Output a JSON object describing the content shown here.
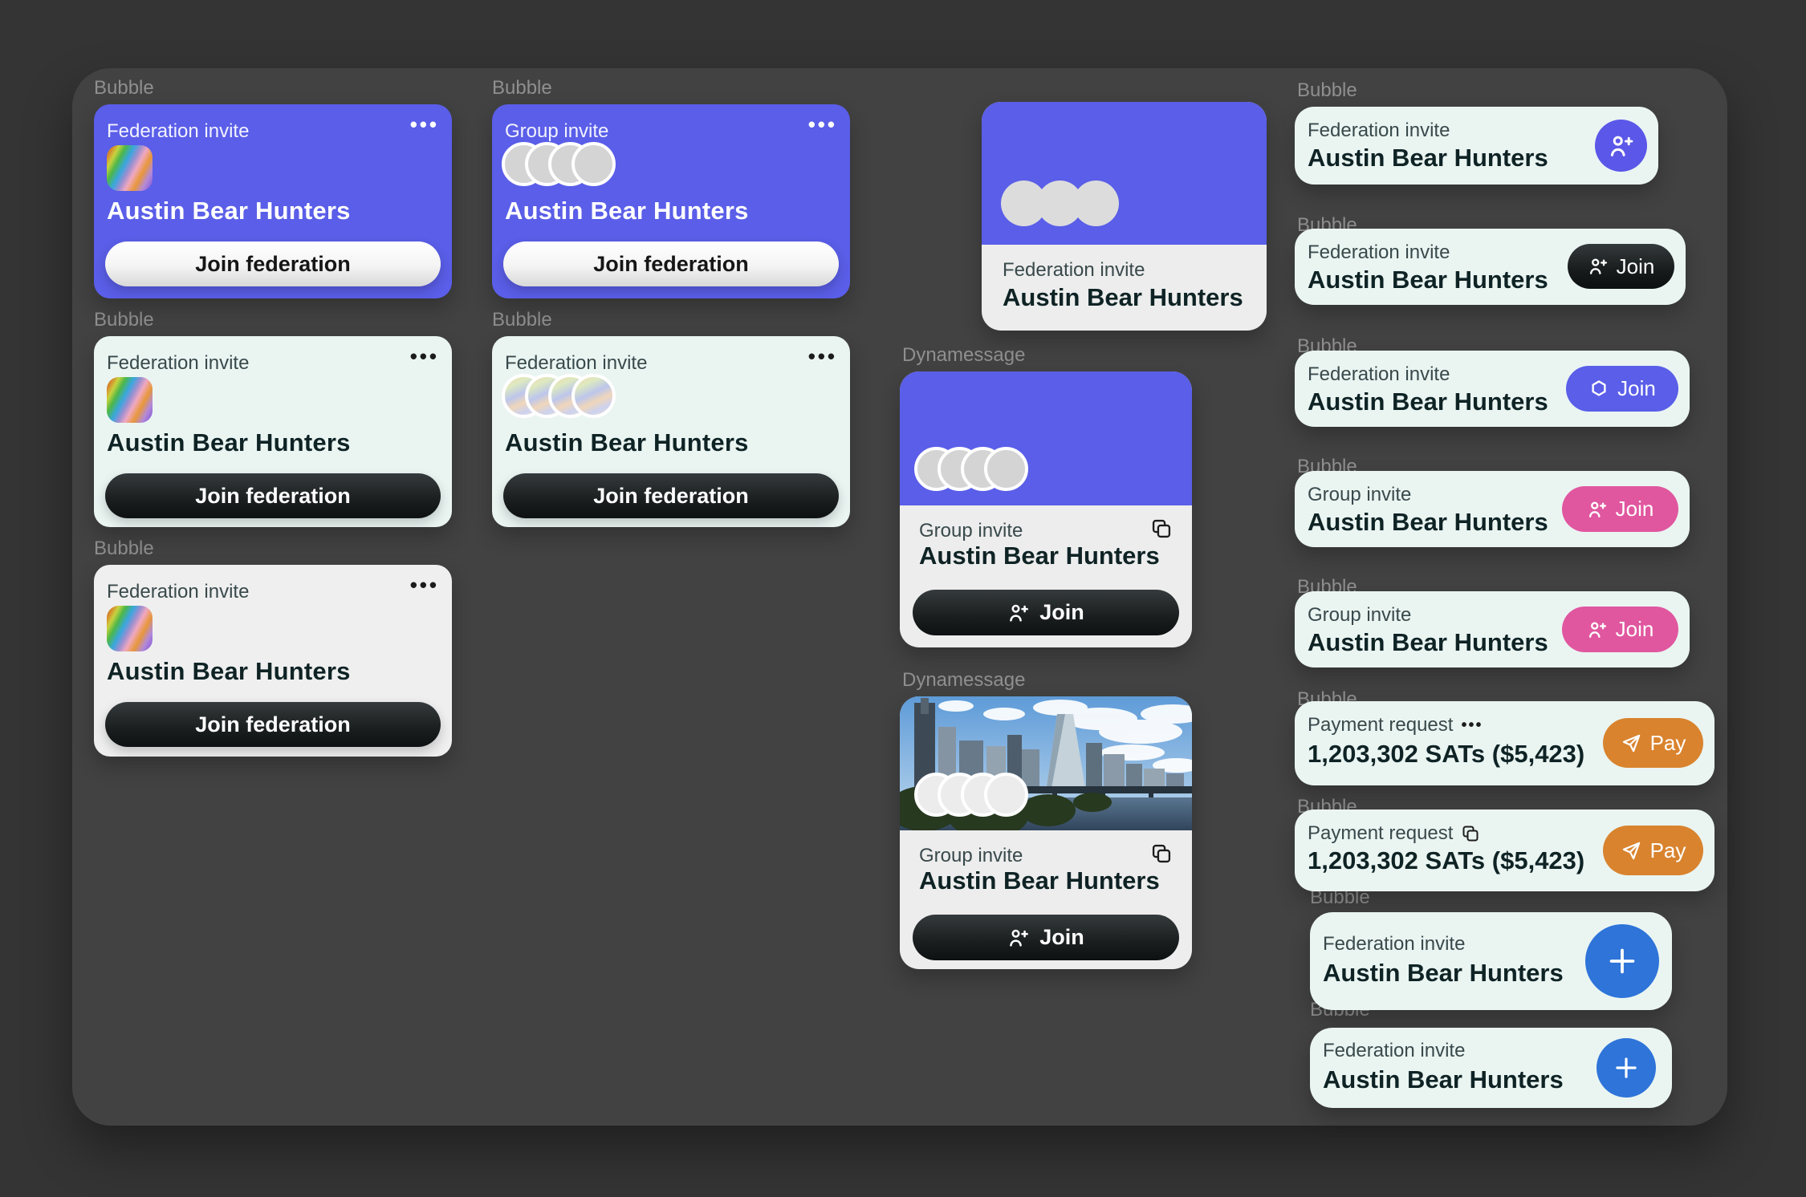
{
  "canvas": {
    "background": "#343434",
    "panel_background": "#424242"
  },
  "strings": {
    "bubble": "Bubble",
    "dynamessage": "Dynamessage",
    "federation_invite": "Federation invite",
    "group_invite": "Group invite",
    "payment_request": "Payment request",
    "community_name": "Austin Bear Hunters",
    "join_federation": "Join federation",
    "join": "Join",
    "pay": "Pay",
    "amount": "1,203,302 SATs ($5,423)",
    "ellipsis": "•••"
  },
  "colors": {
    "purple": "#5a5ee8",
    "mint_surface": "#eaf5f2",
    "light_surface": "#efefef",
    "gray_surface": "#ededed",
    "pink": "#e0579f",
    "orange": "#d9832e",
    "blue": "#2e74d9",
    "dark_button": "#1a1e1f",
    "label_gray": "#8f8f8f"
  },
  "icons": {
    "more": "three-dot overflow menu",
    "user_plus": "person with plus sign",
    "hexagon": "hexagon outline",
    "copy": "two stacked squares",
    "send": "paper plane",
    "plus": "plus sign"
  }
}
